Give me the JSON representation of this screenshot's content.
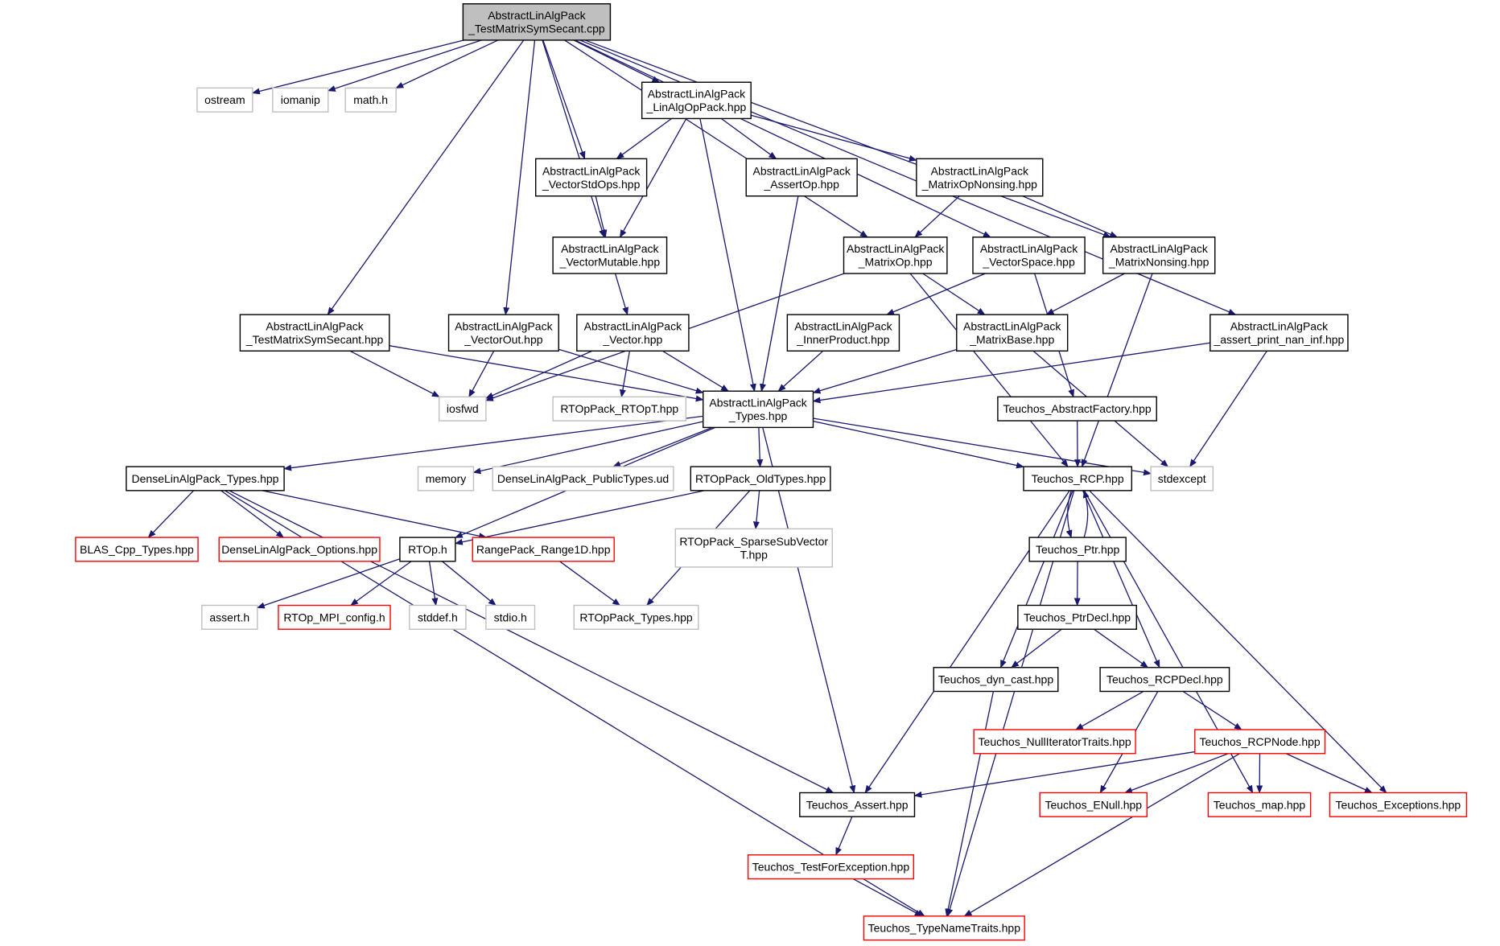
{
  "colors": {
    "edge": "#191970",
    "border_normal": "#000000",
    "border_truncated": "#ff0000",
    "border_external": "#bfbfbf",
    "root_fill": "#bfbfbf",
    "node_fill": "#ffffff"
  },
  "nodes": [
    {
      "id": "root",
      "lines": [
        "AbstractLinAlgPack",
        "_TestMatrixSymSecant.cpp"
      ],
      "style": "root"
    },
    {
      "id": "ostream",
      "lines": [
        "ostream"
      ],
      "style": "external"
    },
    {
      "id": "iomanip",
      "lines": [
        "iomanip"
      ],
      "style": "external"
    },
    {
      "id": "mathh",
      "lines": [
        "math.h"
      ],
      "style": "external"
    },
    {
      "id": "linalgop",
      "lines": [
        "AbstractLinAlgPack",
        "_LinAlgOpPack.hpp"
      ],
      "style": "normal"
    },
    {
      "id": "vecstdops",
      "lines": [
        "AbstractLinAlgPack",
        "_VectorStdOps.hpp"
      ],
      "style": "normal"
    },
    {
      "id": "assertop",
      "lines": [
        "AbstractLinAlgPack",
        "_AssertOp.hpp"
      ],
      "style": "normal"
    },
    {
      "id": "matopnons",
      "lines": [
        "AbstractLinAlgPack",
        "_MatrixOpNonsing.hpp"
      ],
      "style": "normal"
    },
    {
      "id": "vecmut",
      "lines": [
        "AbstractLinAlgPack",
        "_VectorMutable.hpp"
      ],
      "style": "normal"
    },
    {
      "id": "matop",
      "lines": [
        "AbstractLinAlgPack",
        "_MatrixOp.hpp"
      ],
      "style": "normal"
    },
    {
      "id": "vecspace",
      "lines": [
        "AbstractLinAlgPack",
        "_VectorSpace.hpp"
      ],
      "style": "normal"
    },
    {
      "id": "matnons",
      "lines": [
        "AbstractLinAlgPack",
        "_MatrixNonsing.hpp"
      ],
      "style": "normal"
    },
    {
      "id": "testmat",
      "lines": [
        "AbstractLinAlgPack",
        "_TestMatrixSymSecant.hpp"
      ],
      "style": "normal"
    },
    {
      "id": "vecout",
      "lines": [
        "AbstractLinAlgPack",
        "_VectorOut.hpp"
      ],
      "style": "normal"
    },
    {
      "id": "vector",
      "lines": [
        "AbstractLinAlgPack",
        "_Vector.hpp"
      ],
      "style": "normal"
    },
    {
      "id": "innerprod",
      "lines": [
        "AbstractLinAlgPack",
        "_InnerProduct.hpp"
      ],
      "style": "normal"
    },
    {
      "id": "matbase",
      "lines": [
        "AbstractLinAlgPack",
        "_MatrixBase.hpp"
      ],
      "style": "normal"
    },
    {
      "id": "assertnan",
      "lines": [
        "AbstractLinAlgPack",
        "_assert_print_nan_inf.hpp"
      ],
      "style": "normal"
    },
    {
      "id": "iosfwd",
      "lines": [
        "iosfwd"
      ],
      "style": "external"
    },
    {
      "id": "rtopt",
      "lines": [
        "RTOpPack_RTOpT.hpp"
      ],
      "style": "external"
    },
    {
      "id": "types",
      "lines": [
        "AbstractLinAlgPack",
        "_Types.hpp"
      ],
      "style": "normal"
    },
    {
      "id": "absfact",
      "lines": [
        "Teuchos_AbstractFactory.hpp"
      ],
      "style": "normal"
    },
    {
      "id": "densetypes",
      "lines": [
        "DenseLinAlgPack_Types.hpp"
      ],
      "style": "normal"
    },
    {
      "id": "memory",
      "lines": [
        "memory"
      ],
      "style": "external"
    },
    {
      "id": "densepub",
      "lines": [
        "DenseLinAlgPack_PublicTypes.ud"
      ],
      "style": "external"
    },
    {
      "id": "oldtypes",
      "lines": [
        "RTOpPack_OldTypes.hpp"
      ],
      "style": "normal"
    },
    {
      "id": "rcp",
      "lines": [
        "Teuchos_RCP.hpp"
      ],
      "style": "normal"
    },
    {
      "id": "stdexcept",
      "lines": [
        "stdexcept"
      ],
      "style": "external"
    },
    {
      "id": "blas",
      "lines": [
        "BLAS_Cpp_Types.hpp"
      ],
      "style": "truncated"
    },
    {
      "id": "denseopts",
      "lines": [
        "DenseLinAlgPack_Options.hpp"
      ],
      "style": "truncated"
    },
    {
      "id": "rtoph",
      "lines": [
        "RTOp.h"
      ],
      "style": "normal"
    },
    {
      "id": "range1d",
      "lines": [
        "RangePack_Range1D.hpp"
      ],
      "style": "truncated"
    },
    {
      "id": "sparsesub",
      "lines": [
        "RTOpPack_SparseSubVector",
        "T.hpp"
      ],
      "style": "external"
    },
    {
      "id": "ptr",
      "lines": [
        "Teuchos_Ptr.hpp"
      ],
      "style": "normal"
    },
    {
      "id": "asserth",
      "lines": [
        "assert.h"
      ],
      "style": "external"
    },
    {
      "id": "mpiconfig",
      "lines": [
        "RTOp_MPI_config.h"
      ],
      "style": "truncated"
    },
    {
      "id": "stddef",
      "lines": [
        "stddef.h"
      ],
      "style": "external"
    },
    {
      "id": "stdio",
      "lines": [
        "stdio.h"
      ],
      "style": "external"
    },
    {
      "id": "rtoptypes",
      "lines": [
        "RTOpPack_Types.hpp"
      ],
      "style": "external"
    },
    {
      "id": "ptrdecl",
      "lines": [
        "Teuchos_PtrDecl.hpp"
      ],
      "style": "normal"
    },
    {
      "id": "dyncast",
      "lines": [
        "Teuchos_dyn_cast.hpp"
      ],
      "style": "normal"
    },
    {
      "id": "rcpdecl",
      "lines": [
        "Teuchos_RCPDecl.hpp"
      ],
      "style": "normal"
    },
    {
      "id": "nulliter",
      "lines": [
        "Teuchos_NullIteratorTraits.hpp"
      ],
      "style": "truncated"
    },
    {
      "id": "rcpnode",
      "lines": [
        "Teuchos_RCPNode.hpp"
      ],
      "style": "truncated"
    },
    {
      "id": "tassert",
      "lines": [
        "Teuchos_Assert.hpp"
      ],
      "style": "normal"
    },
    {
      "id": "enull",
      "lines": [
        "Teuchos_ENull.hpp"
      ],
      "style": "truncated"
    },
    {
      "id": "tmap",
      "lines": [
        "Teuchos_map.hpp"
      ],
      "style": "truncated"
    },
    {
      "id": "texcept",
      "lines": [
        "Teuchos_Exceptions.hpp"
      ],
      "style": "truncated"
    },
    {
      "id": "testforexc",
      "lines": [
        "Teuchos_TestForException.hpp"
      ],
      "style": "truncated"
    },
    {
      "id": "typename",
      "lines": [
        "Teuchos_TypeNameTraits.hpp"
      ],
      "style": "truncated"
    }
  ],
  "edges": [
    [
      "root",
      "ostream"
    ],
    [
      "root",
      "iomanip"
    ],
    [
      "root",
      "mathh"
    ],
    [
      "root",
      "linalgop"
    ],
    [
      "root",
      "vecstdops"
    ],
    [
      "root",
      "vecmut"
    ],
    [
      "root",
      "matop"
    ],
    [
      "root",
      "vecspace"
    ],
    [
      "root",
      "matnons"
    ],
    [
      "root",
      "testmat"
    ],
    [
      "root",
      "vecout"
    ],
    [
      "root",
      "assertnan"
    ],
    [
      "linalgop",
      "vecstdops"
    ],
    [
      "linalgop",
      "vecmut"
    ],
    [
      "linalgop",
      "assertop"
    ],
    [
      "linalgop",
      "matopnons"
    ],
    [
      "linalgop",
      "types"
    ],
    [
      "vecstdops",
      "vecmut"
    ],
    [
      "assertop",
      "types"
    ],
    [
      "matopnons",
      "matop"
    ],
    [
      "matopnons",
      "matnons"
    ],
    [
      "vecmut",
      "vector"
    ],
    [
      "matop",
      "iosfwd"
    ],
    [
      "matop",
      "matbase"
    ],
    [
      "matop",
      "rcp"
    ],
    [
      "vecspace",
      "innerprod"
    ],
    [
      "vecspace",
      "absfact"
    ],
    [
      "matnons",
      "matbase"
    ],
    [
      "matnons",
      "rcp"
    ],
    [
      "testmat",
      "iosfwd"
    ],
    [
      "testmat",
      "types"
    ],
    [
      "vecout",
      "iosfwd"
    ],
    [
      "vecout",
      "types"
    ],
    [
      "vector",
      "iosfwd"
    ],
    [
      "vector",
      "rtopt"
    ],
    [
      "vector",
      "types"
    ],
    [
      "innerprod",
      "types"
    ],
    [
      "matbase",
      "types"
    ],
    [
      "matbase",
      "stdexcept"
    ],
    [
      "assertnan",
      "types"
    ],
    [
      "assertnan",
      "stdexcept"
    ],
    [
      "types",
      "densetypes"
    ],
    [
      "types",
      "memory"
    ],
    [
      "types",
      "densepub"
    ],
    [
      "types",
      "oldtypes"
    ],
    [
      "types",
      "rtoph"
    ],
    [
      "types",
      "rcp"
    ],
    [
      "types",
      "stdexcept"
    ],
    [
      "types",
      "tassert"
    ],
    [
      "absfact",
      "rcp"
    ],
    [
      "densetypes",
      "blas"
    ],
    [
      "densetypes",
      "denseopts"
    ],
    [
      "densetypes",
      "range1d"
    ],
    [
      "densetypes",
      "tassert"
    ],
    [
      "densetypes",
      "typename"
    ],
    [
      "oldtypes",
      "rtoph"
    ],
    [
      "oldtypes",
      "sparsesub"
    ],
    [
      "oldtypes",
      "rtoptypes"
    ],
    [
      "rtoph",
      "asserth"
    ],
    [
      "rtoph",
      "mpiconfig"
    ],
    [
      "rtoph",
      "stddef"
    ],
    [
      "rtoph",
      "stdio"
    ],
    [
      "range1d",
      "rtoptypes"
    ],
    [
      "rcp",
      "ptr"
    ],
    [
      "rcp",
      "dyncast"
    ],
    [
      "rcp",
      "rcpdecl"
    ],
    [
      "rcp",
      "tassert"
    ],
    [
      "rcp",
      "tmap"
    ],
    [
      "rcp",
      "texcept"
    ],
    [
      "rcp",
      "typename"
    ],
    [
      "ptr",
      "rcp"
    ],
    [
      "ptr",
      "ptrdecl"
    ],
    [
      "ptrdecl",
      "dyncast"
    ],
    [
      "ptrdecl",
      "rcpdecl"
    ],
    [
      "dyncast",
      "typename"
    ],
    [
      "rcpdecl",
      "nulliter"
    ],
    [
      "rcpdecl",
      "rcpnode"
    ],
    [
      "rcpdecl",
      "enull"
    ],
    [
      "rcpnode",
      "tassert"
    ],
    [
      "rcpnode",
      "enull"
    ],
    [
      "rcpnode",
      "tmap"
    ],
    [
      "rcpnode",
      "texcept"
    ],
    [
      "rcpnode",
      "typename"
    ],
    [
      "tassert",
      "testforexc"
    ],
    [
      "testforexc",
      "typename"
    ]
  ]
}
